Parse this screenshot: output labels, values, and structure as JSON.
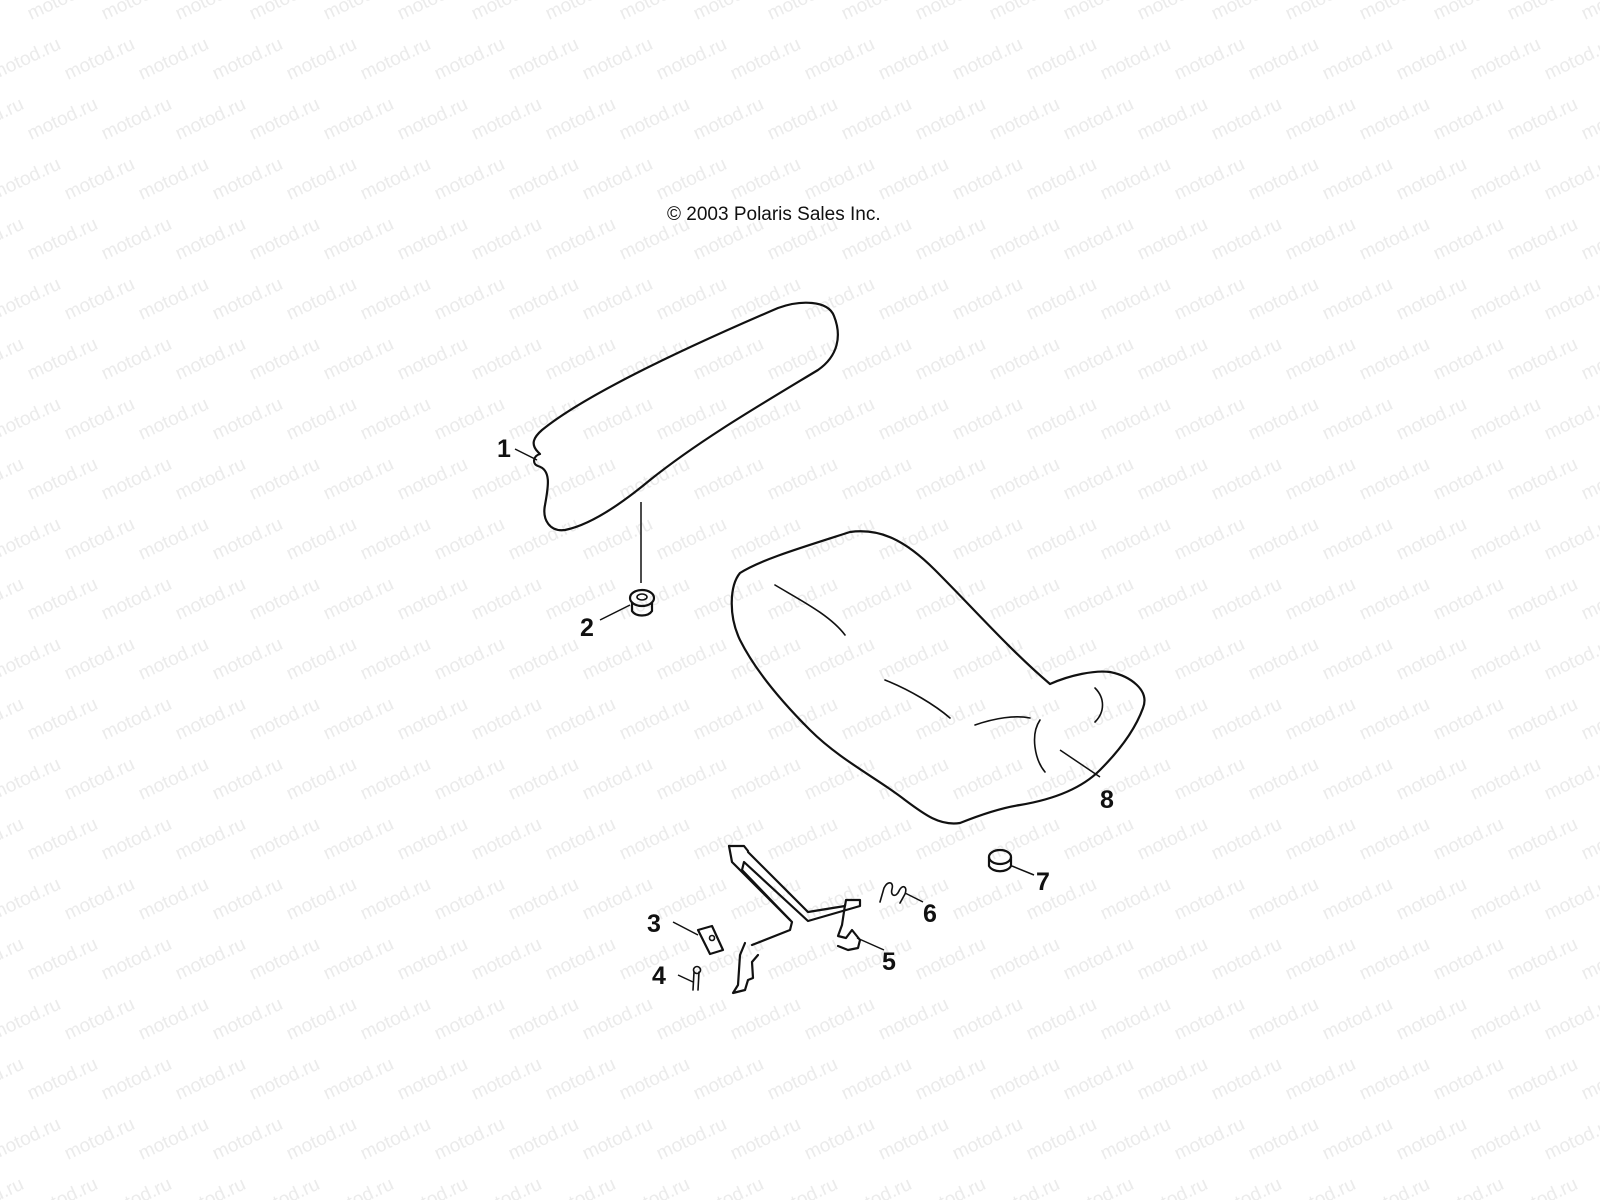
{
  "watermark": {
    "text": "motod.ru",
    "color": "#ebebeb"
  },
  "copyright": "© 2003 Polaris Sales Inc.",
  "callouts": [
    {
      "id": "c1",
      "number": "1"
    },
    {
      "id": "c2",
      "number": "2"
    },
    {
      "id": "c3",
      "number": "3"
    },
    {
      "id": "c4",
      "number": "4"
    },
    {
      "id": "c5",
      "number": "5"
    },
    {
      "id": "c6",
      "number": "6"
    },
    {
      "id": "c7",
      "number": "7"
    },
    {
      "id": "c8",
      "number": "8"
    }
  ],
  "parts": [
    {
      "callout": "1",
      "icon": "rear-seat-pad-icon"
    },
    {
      "callout": "2",
      "icon": "grommet-icon"
    },
    {
      "callout": "3",
      "icon": "latch-plate-icon"
    },
    {
      "callout": "4",
      "icon": "pin-icon"
    },
    {
      "callout": "5",
      "icon": "latch-hook-icon"
    },
    {
      "callout": "6",
      "icon": "spring-icon"
    },
    {
      "callout": "7",
      "icon": "bumper-icon"
    },
    {
      "callout": "8",
      "icon": "seat-icon"
    }
  ]
}
